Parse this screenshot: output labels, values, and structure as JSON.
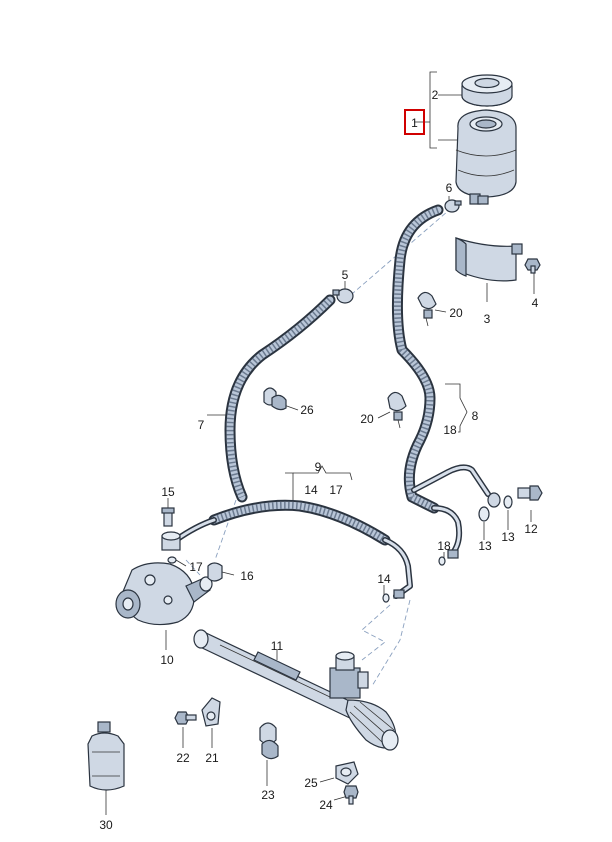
{
  "highlighted_callout": "1",
  "colors": {
    "highlight": "#d00000",
    "part_fill": "#cfd8e4",
    "outline": "#2b3440"
  },
  "callouts": [
    "1",
    "2",
    "3",
    "4",
    "5",
    "6",
    "7",
    "8",
    "9",
    "10",
    "11",
    "12",
    "13",
    "13",
    "14",
    "14",
    "15",
    "16",
    "17",
    "17",
    "18",
    "18",
    "20",
    "20",
    "21",
    "22",
    "23",
    "24",
    "25",
    "26",
    "30"
  ]
}
